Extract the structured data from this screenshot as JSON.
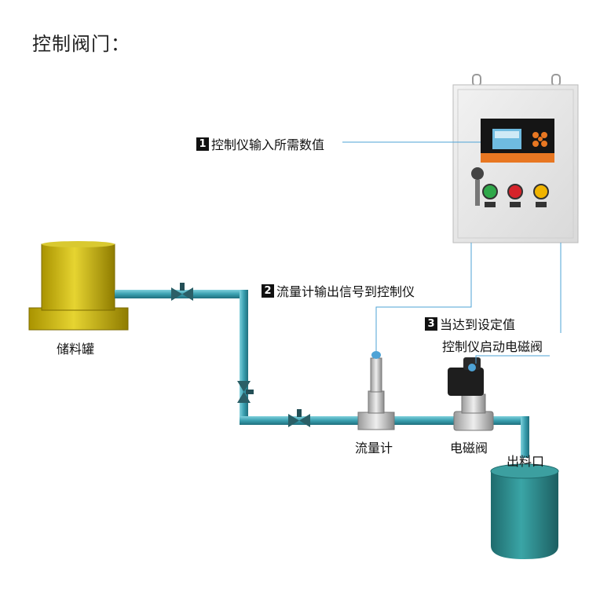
{
  "title": "控制阀门：",
  "steps": [
    {
      "number": "1",
      "text": "控制仪输入所需数值"
    },
    {
      "number": "2",
      "text": "流量计输出信号到控制仪"
    },
    {
      "number": "3",
      "line1": "当达到设定值",
      "line2": "控制仪启动电磁阀"
    }
  ],
  "labels": {
    "storage_tank": "储料罐",
    "flow_meter": "流量计",
    "solenoid_valve": "电磁阀",
    "outlet": "出料口"
  },
  "colors": {
    "pipe": "#3fa6b6",
    "tank": "#c9b513",
    "bucket": "#2f8a8c",
    "cabinet": "#e9e9e9",
    "signal_line": "#4ea3d6"
  }
}
